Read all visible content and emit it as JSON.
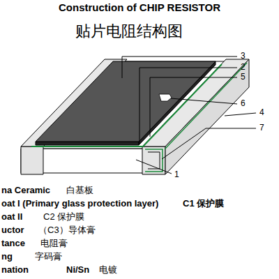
{
  "diagram": {
    "title": "Construction of CHIP RESISTOR",
    "labels": [
      "贴片电阻结构图",
      "3",
      "2",
      "5",
      "6",
      "4",
      "7",
      "1",
      "na Ceramic",
      "白基板",
      "oat I (Primary glass protection layer)",
      "C1 保护膜",
      "oat II",
      "C2 保护膜",
      "uctor",
      "（C3）导体膏",
      "tance",
      "电阻膏",
      "ng",
      "字码膏",
      "nation",
      "Ni/Sn",
      "电镀"
    ]
  }
}
